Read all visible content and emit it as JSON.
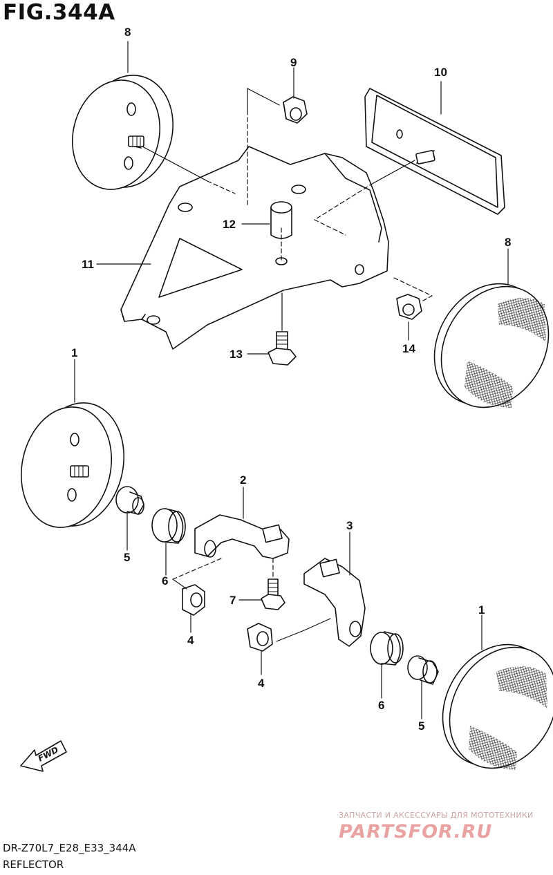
{
  "figure": {
    "title": "FIG.344A"
  },
  "callouts": [
    {
      "id": "c8a",
      "label": "8"
    },
    {
      "id": "c9",
      "label": "9"
    },
    {
      "id": "c10",
      "label": "10"
    },
    {
      "id": "c12",
      "label": "12"
    },
    {
      "id": "c11",
      "label": "11"
    },
    {
      "id": "c8b",
      "label": "8"
    },
    {
      "id": "c13",
      "label": "13"
    },
    {
      "id": "c14",
      "label": "14"
    },
    {
      "id": "c1a",
      "label": "1"
    },
    {
      "id": "c2",
      "label": "2"
    },
    {
      "id": "c3",
      "label": "3"
    },
    {
      "id": "c5a",
      "label": "5"
    },
    {
      "id": "c6a",
      "label": "6"
    },
    {
      "id": "c7",
      "label": "7"
    },
    {
      "id": "c4a",
      "label": "4"
    },
    {
      "id": "c4b",
      "label": "4"
    },
    {
      "id": "c1b",
      "label": "1"
    },
    {
      "id": "c6b",
      "label": "6"
    },
    {
      "id": "c5b",
      "label": "5"
    }
  ],
  "fwd_label": "FWD",
  "footer": {
    "model_code": "DR-Z70L7_E28_E33_344A",
    "part_name": "REFLECTOR"
  },
  "watermark": {
    "tagline": "ЗАПЧАСТИ И АКСЕССУАРЫ ДЛЯ МОТОТЕХНИКИ",
    "brand": "PARTSFOR.RU"
  }
}
